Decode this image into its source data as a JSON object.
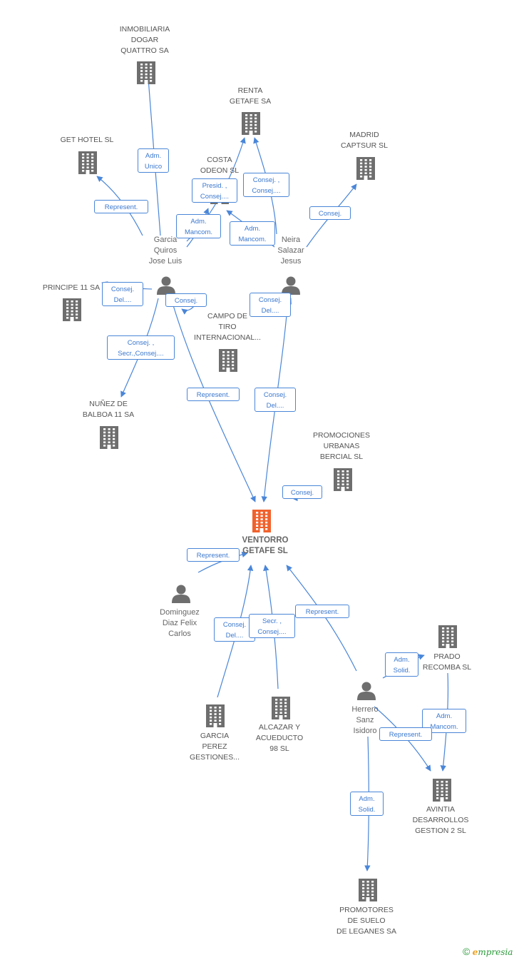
{
  "colors": {
    "edge": "#4a86d8",
    "company": "#6e6e6e",
    "main_company": "#f0622d",
    "person": "#6e6e6e"
  },
  "nodes": [
    {
      "id": "inmobiliaria",
      "type": "company",
      "label": "INMOBILIARIA\nDOGAR\nQUATTRO SA",
      "icon": "building-icon"
    },
    {
      "id": "renta",
      "type": "company",
      "label": "RENTA\nGETAFE SA",
      "icon": "building-icon"
    },
    {
      "id": "gethotel",
      "type": "company",
      "label": "GET HOTEL SL",
      "icon": "building-icon"
    },
    {
      "id": "costa",
      "type": "company",
      "label": "COSTA\nODEON SL",
      "icon": "building-icon"
    },
    {
      "id": "madrid",
      "type": "company",
      "label": "MADRID\nCAPTSUR SL",
      "icon": "building-icon"
    },
    {
      "id": "garcia",
      "type": "person",
      "label": "Garcia\nQuiros\nJose Luis",
      "icon": "person-icon"
    },
    {
      "id": "neira",
      "type": "person",
      "label": "Neira\nSalazar\nJesus",
      "icon": "person-icon"
    },
    {
      "id": "principe",
      "type": "company",
      "label": "PRINCIPE 11 SA",
      "icon": "building-icon"
    },
    {
      "id": "campo",
      "type": "company",
      "label": "CAMPO DE\nTIRO\nINTERNACIONAL...",
      "icon": "building-icon"
    },
    {
      "id": "nunez",
      "type": "company",
      "label": "NUÑEZ DE\nBALBOA 11 SA",
      "icon": "building-icon"
    },
    {
      "id": "promociones",
      "type": "company",
      "label": "PROMOCIONES\nURBANAS\nBERCIAL SL",
      "icon": "building-icon"
    },
    {
      "id": "ventorro",
      "type": "main",
      "label": "VENTORRO\nGETAFE SL",
      "icon": "building-icon"
    },
    {
      "id": "dominguez",
      "type": "person",
      "label": "Dominguez\nDiaz Felix\nCarlos",
      "icon": "person-icon"
    },
    {
      "id": "prado",
      "type": "company",
      "label": "PRADO\nRECOMBA SL",
      "icon": "building-icon"
    },
    {
      "id": "herrero",
      "type": "person",
      "label": "Herrero\nSanz\nIsidoro",
      "icon": "person-icon"
    },
    {
      "id": "garciaperez",
      "type": "company",
      "label": "GARCIA\nPEREZ\nGESTIONES...",
      "icon": "building-icon"
    },
    {
      "id": "alcazar",
      "type": "company",
      "label": "ALCAZAR Y\nACUEDUCTO\n98 SL",
      "icon": "building-icon"
    },
    {
      "id": "avintia",
      "type": "company",
      "label": "AVINTIA\nDESARROLLOS\nGESTION 2 SL",
      "icon": "building-icon"
    },
    {
      "id": "promotores",
      "type": "company",
      "label": "PROMOTORES\nDE SUELO\nDE LEGANES SA",
      "icon": "building-icon"
    }
  ],
  "edges": [
    {
      "from": "garcia",
      "to": "inmobiliaria",
      "label": "Adm.\nUnico"
    },
    {
      "from": "garcia",
      "to": "gethotel",
      "label": "Represent."
    },
    {
      "from": "garcia",
      "to": "renta",
      "label": "Presid. ,\nConsej...."
    },
    {
      "from": "garcia",
      "to": "costa",
      "label": "Adm.\nMancom."
    },
    {
      "from": "neira",
      "to": "renta",
      "label": "Consej. ,\nConsej...."
    },
    {
      "from": "neira",
      "to": "costa",
      "label": "Adm.\nMancom."
    },
    {
      "from": "neira",
      "to": "madrid",
      "label": "Consej."
    },
    {
      "from": "garcia",
      "to": "principe",
      "label": "Consej.\nDel...."
    },
    {
      "from": "garcia",
      "to": "campo",
      "label": "Consej."
    },
    {
      "from": "garcia",
      "to": "nunez",
      "label": "Consej. ,\nSecr.,Consej...."
    },
    {
      "from": "garcia",
      "to": "ventorro",
      "label": "Represent."
    },
    {
      "from": "neira",
      "to": "campo",
      "label": "Consej.\nDel...."
    },
    {
      "from": "neira",
      "to": "ventorro",
      "label": "Consej.\nDel...."
    },
    {
      "from": "promociones",
      "to": "ventorro",
      "label": "Consej."
    },
    {
      "from": "dominguez",
      "to": "ventorro",
      "label": "Represent."
    },
    {
      "from": "garciaperez",
      "to": "ventorro",
      "label": "Consej.\nDel...."
    },
    {
      "from": "alcazar",
      "to": "ventorro",
      "label": "Secr. ,\nConsej...."
    },
    {
      "from": "herrero",
      "to": "ventorro",
      "label": "Represent."
    },
    {
      "from": "herrero",
      "to": "prado",
      "label": "Adm.\nSolid."
    },
    {
      "from": "prado",
      "to": "avintia",
      "label": "Adm.\nMancom."
    },
    {
      "from": "herrero",
      "to": "avintia",
      "label": "Represent."
    },
    {
      "from": "herrero",
      "to": "promotores",
      "label": "Adm.\nSolid."
    }
  ],
  "footer": {
    "copyright": "©",
    "brand_initial": "e",
    "brand_rest": "mpresia"
  }
}
